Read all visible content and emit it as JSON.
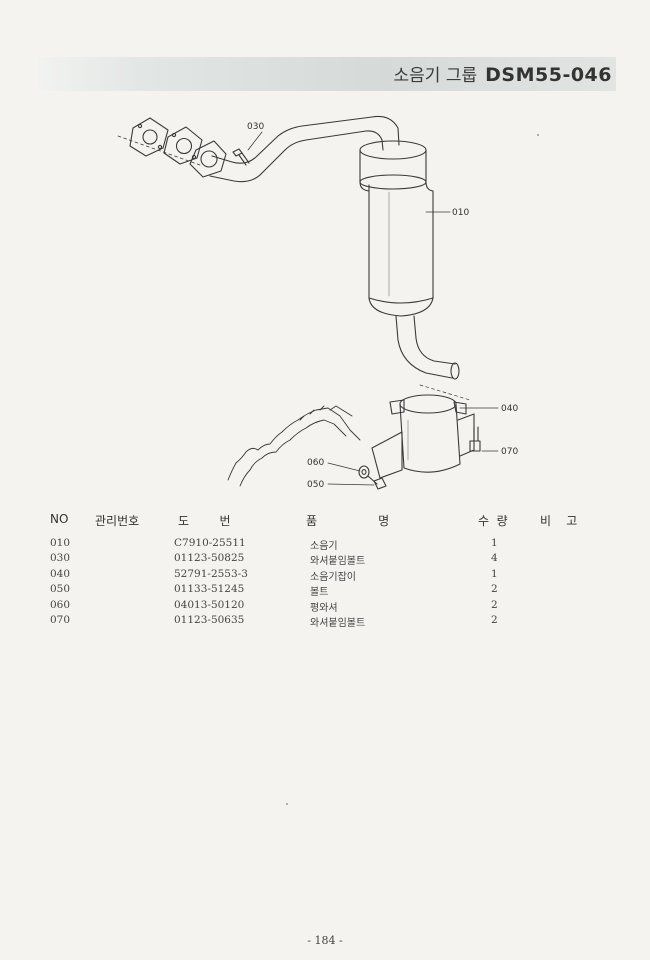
{
  "header": {
    "group_title": "소음기 그룹",
    "code": "DSM55-046"
  },
  "diagram": {
    "callouts": [
      "030",
      "010",
      "040",
      "070",
      "060",
      "050"
    ]
  },
  "table": {
    "headers": {
      "no": "NO",
      "mgmt": "관리번호",
      "drawing": "도        번",
      "name": "품                명",
      "qty": "수  량",
      "remark": "비    고"
    },
    "rows": [
      {
        "no": "010",
        "drawing": "C7910-25511",
        "name": "소음기",
        "qty": "1"
      },
      {
        "no": "030",
        "drawing": "01123-50825",
        "name": "와셔붙임볼트",
        "qty": "4"
      },
      {
        "no": "040",
        "drawing": "52791-2553-3",
        "name": "소음기잡이",
        "qty": "1"
      },
      {
        "no": "050",
        "drawing": "01133-51245",
        "name": "볼트",
        "qty": "2"
      },
      {
        "no": "060",
        "drawing": "04013-50120",
        "name": "평와셔",
        "qty": "2"
      },
      {
        "no": "070",
        "drawing": "01123-50635",
        "name": "와셔붙임볼트",
        "qty": "2"
      }
    ]
  },
  "footer": {
    "page": "- 184 -"
  }
}
